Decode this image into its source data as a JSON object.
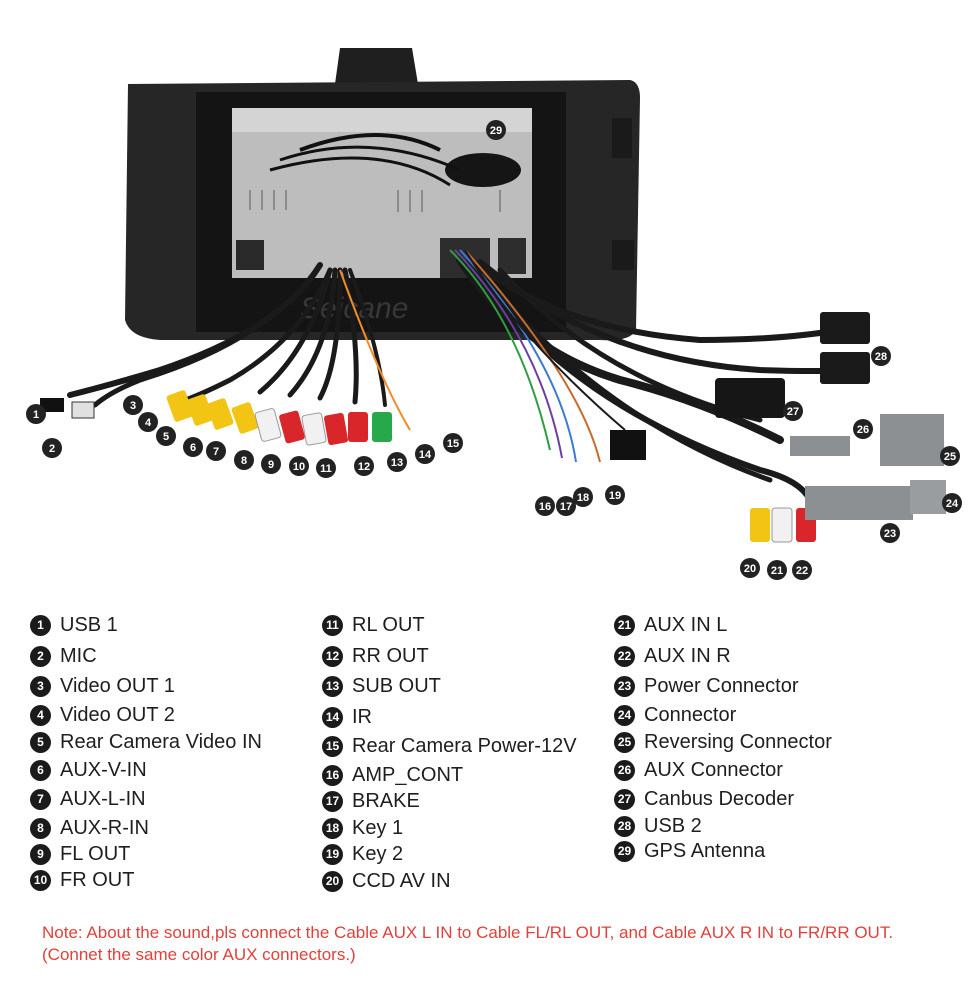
{
  "photo": {
    "watermark": "Seicane",
    "markers": [
      "1",
      "2",
      "3",
      "4",
      "5",
      "6",
      "7",
      "8",
      "9",
      "10",
      "11",
      "12",
      "13",
      "14",
      "15",
      "16",
      "17",
      "18",
      "19",
      "20",
      "21",
      "22",
      "23",
      "24",
      "25",
      "26",
      "27",
      "28",
      "29"
    ]
  },
  "legend": {
    "col1": [
      {
        "num": "1",
        "label": "USB 1"
      },
      {
        "num": "2",
        "label": "MIC"
      },
      {
        "num": "3",
        "label": "Video OUT 1"
      },
      {
        "num": "4",
        "label": "Video OUT 2"
      },
      {
        "num": "5",
        "label": "Rear Camera Video IN"
      },
      {
        "num": "6",
        "label": "AUX-V-IN"
      },
      {
        "num": "7",
        "label": "AUX-L-IN"
      },
      {
        "num": "8",
        "label": "AUX-R-IN"
      },
      {
        "num": "9",
        "label": "FL OUT"
      },
      {
        "num": "10",
        "label": "FR OUT"
      }
    ],
    "col2": [
      {
        "num": "11",
        "label": "RL OUT"
      },
      {
        "num": "12",
        "label": "RR OUT"
      },
      {
        "num": "13",
        "label": "SUB OUT"
      },
      {
        "num": "14",
        "label": "IR"
      },
      {
        "num": "15",
        "label": "Rear Camera Power-12V"
      },
      {
        "num": "16",
        "label": "AMP_CONT"
      },
      {
        "num": "17",
        "label": "BRAKE"
      },
      {
        "num": "18",
        "label": "Key 1"
      },
      {
        "num": "19",
        "label": "Key 2"
      },
      {
        "num": "20",
        "label": "CCD AV IN"
      }
    ],
    "col3": [
      {
        "num": "21",
        "label": "AUX IN L"
      },
      {
        "num": "22",
        "label": "AUX IN R"
      },
      {
        "num": "23",
        "label": "Power Connector"
      },
      {
        "num": "24",
        "label": "Connector"
      },
      {
        "num": "25",
        "label": "Reversing Connector"
      },
      {
        "num": "26",
        "label": "AUX Connector"
      },
      {
        "num": "27",
        "label": "Canbus Decoder"
      },
      {
        "num": "28",
        "label": "USB 2"
      },
      {
        "num": "29",
        "label": "GPS Antenna"
      }
    ]
  },
  "note": "Note: About the sound,pls connect the Cable AUX L IN to Cable FL/RL OUT, and Cable AUX R IN to FR/RR OUT.(Connet the same color AUX connectors.)",
  "colors": {
    "note": "#e0413b",
    "badge": "#1b1b1b",
    "rca_yellow": "#f2c414",
    "rca_white": "#f1f1f1",
    "rca_red": "#d8262b",
    "rca_green": "#27a84a"
  }
}
